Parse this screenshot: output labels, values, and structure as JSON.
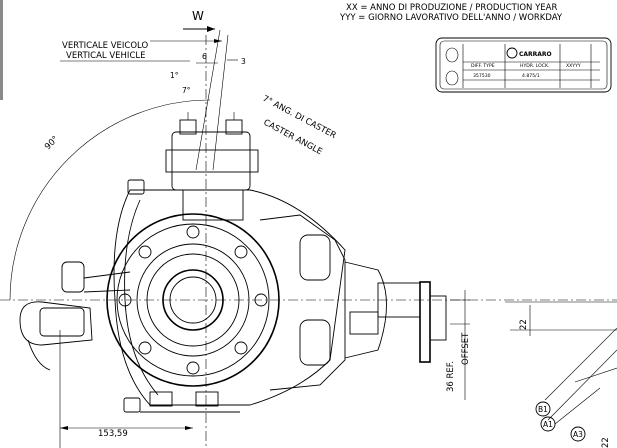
{
  "legend": {
    "line1": "XX = ANNO DI PRODUZIONE / PRODUCTION YEAR",
    "line2": "YYY = GIORNO LAVORATIVO DELL'ANNO / WORKDAY"
  },
  "annotations": {
    "w": "W",
    "vertical_it": "VERTICALE VEICOLO",
    "vertical_en": "VERTICAL VEHICLE",
    "caster_angle_it": "7° ANG. DI CASTER",
    "caster_angle_en": "CASTER ANGLE",
    "angle_90": "90°",
    "angle_1": "1°",
    "angle_7": "7°",
    "dim_6": "6",
    "dim_3": "3",
    "dim_153": "153,59",
    "dim_22a": "22",
    "dim_22b": "22",
    "offset_value": "36 REF.",
    "offset_label": "OFFSET"
  },
  "plate": {
    "brand": "CARRARO",
    "cells": [
      "357530",
      "4.875/1",
      "XXYYY",
      "DIFF. TYPE",
      "HYDR. LOCK."
    ]
  },
  "callouts": [
    "B1",
    "A1",
    "A3"
  ]
}
